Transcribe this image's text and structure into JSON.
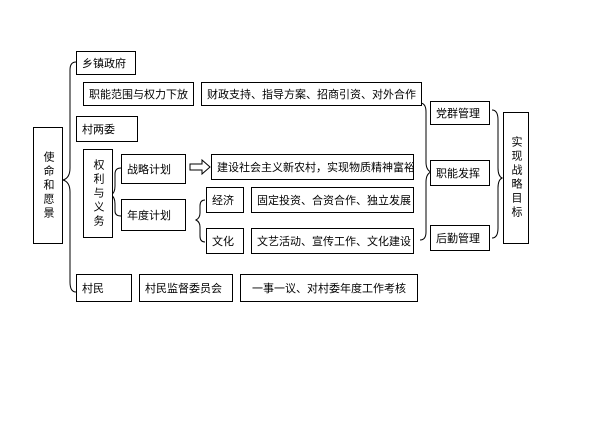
{
  "left_box": "使命和愿景",
  "right_box": "实现战略目标",
  "rows": {
    "township": "乡镇政府",
    "scope": "职能范围与权力下放",
    "support": "财政支持、指导方案、招商引资、对外合作",
    "two_committees": "村两委",
    "rights_duties": "权利与义务",
    "strategic_plan": "战略计划",
    "goal": "建设社会主义新农村，实现物质精神富裕",
    "annual_plan": "年度计划",
    "economy": "经济",
    "economy_tasks": "固定投资、合资合作、独立发展",
    "culture": "文化",
    "culture_tasks": "文艺活动、宣传工作、文化建设",
    "villagers": "村民",
    "supervision": "村民监督委员会",
    "review": "一事一议、对村委年度工作考核"
  },
  "management": {
    "party": "党群管理",
    "function": "职能发挥",
    "logistics": "后勤管理"
  },
  "colors": {
    "line": "#000000",
    "background": "#ffffff"
  }
}
